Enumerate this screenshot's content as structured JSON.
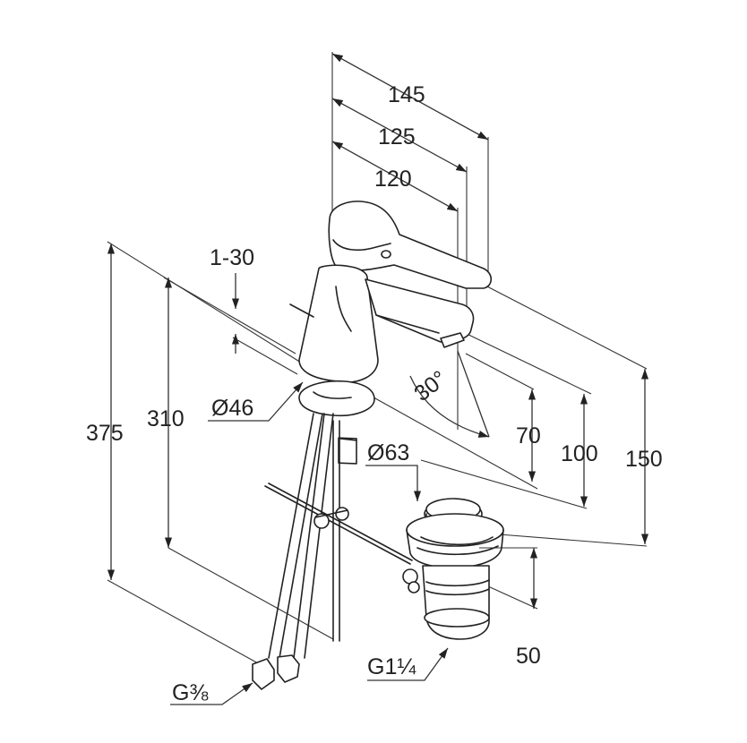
{
  "drawing": {
    "dimensions": {
      "d145": "145",
      "d125": "125",
      "d120": "120",
      "d1_30": "1-30",
      "d46": "Ø46",
      "d375": "375",
      "d310": "310",
      "d30deg": "30°",
      "d70": "70",
      "d100": "100",
      "d150": "150",
      "d63": "Ø63",
      "d50": "50",
      "g1q": "G1¼",
      "g3e": "G⅜"
    },
    "colors": {
      "line": "#222222",
      "background": "#ffffff"
    }
  }
}
